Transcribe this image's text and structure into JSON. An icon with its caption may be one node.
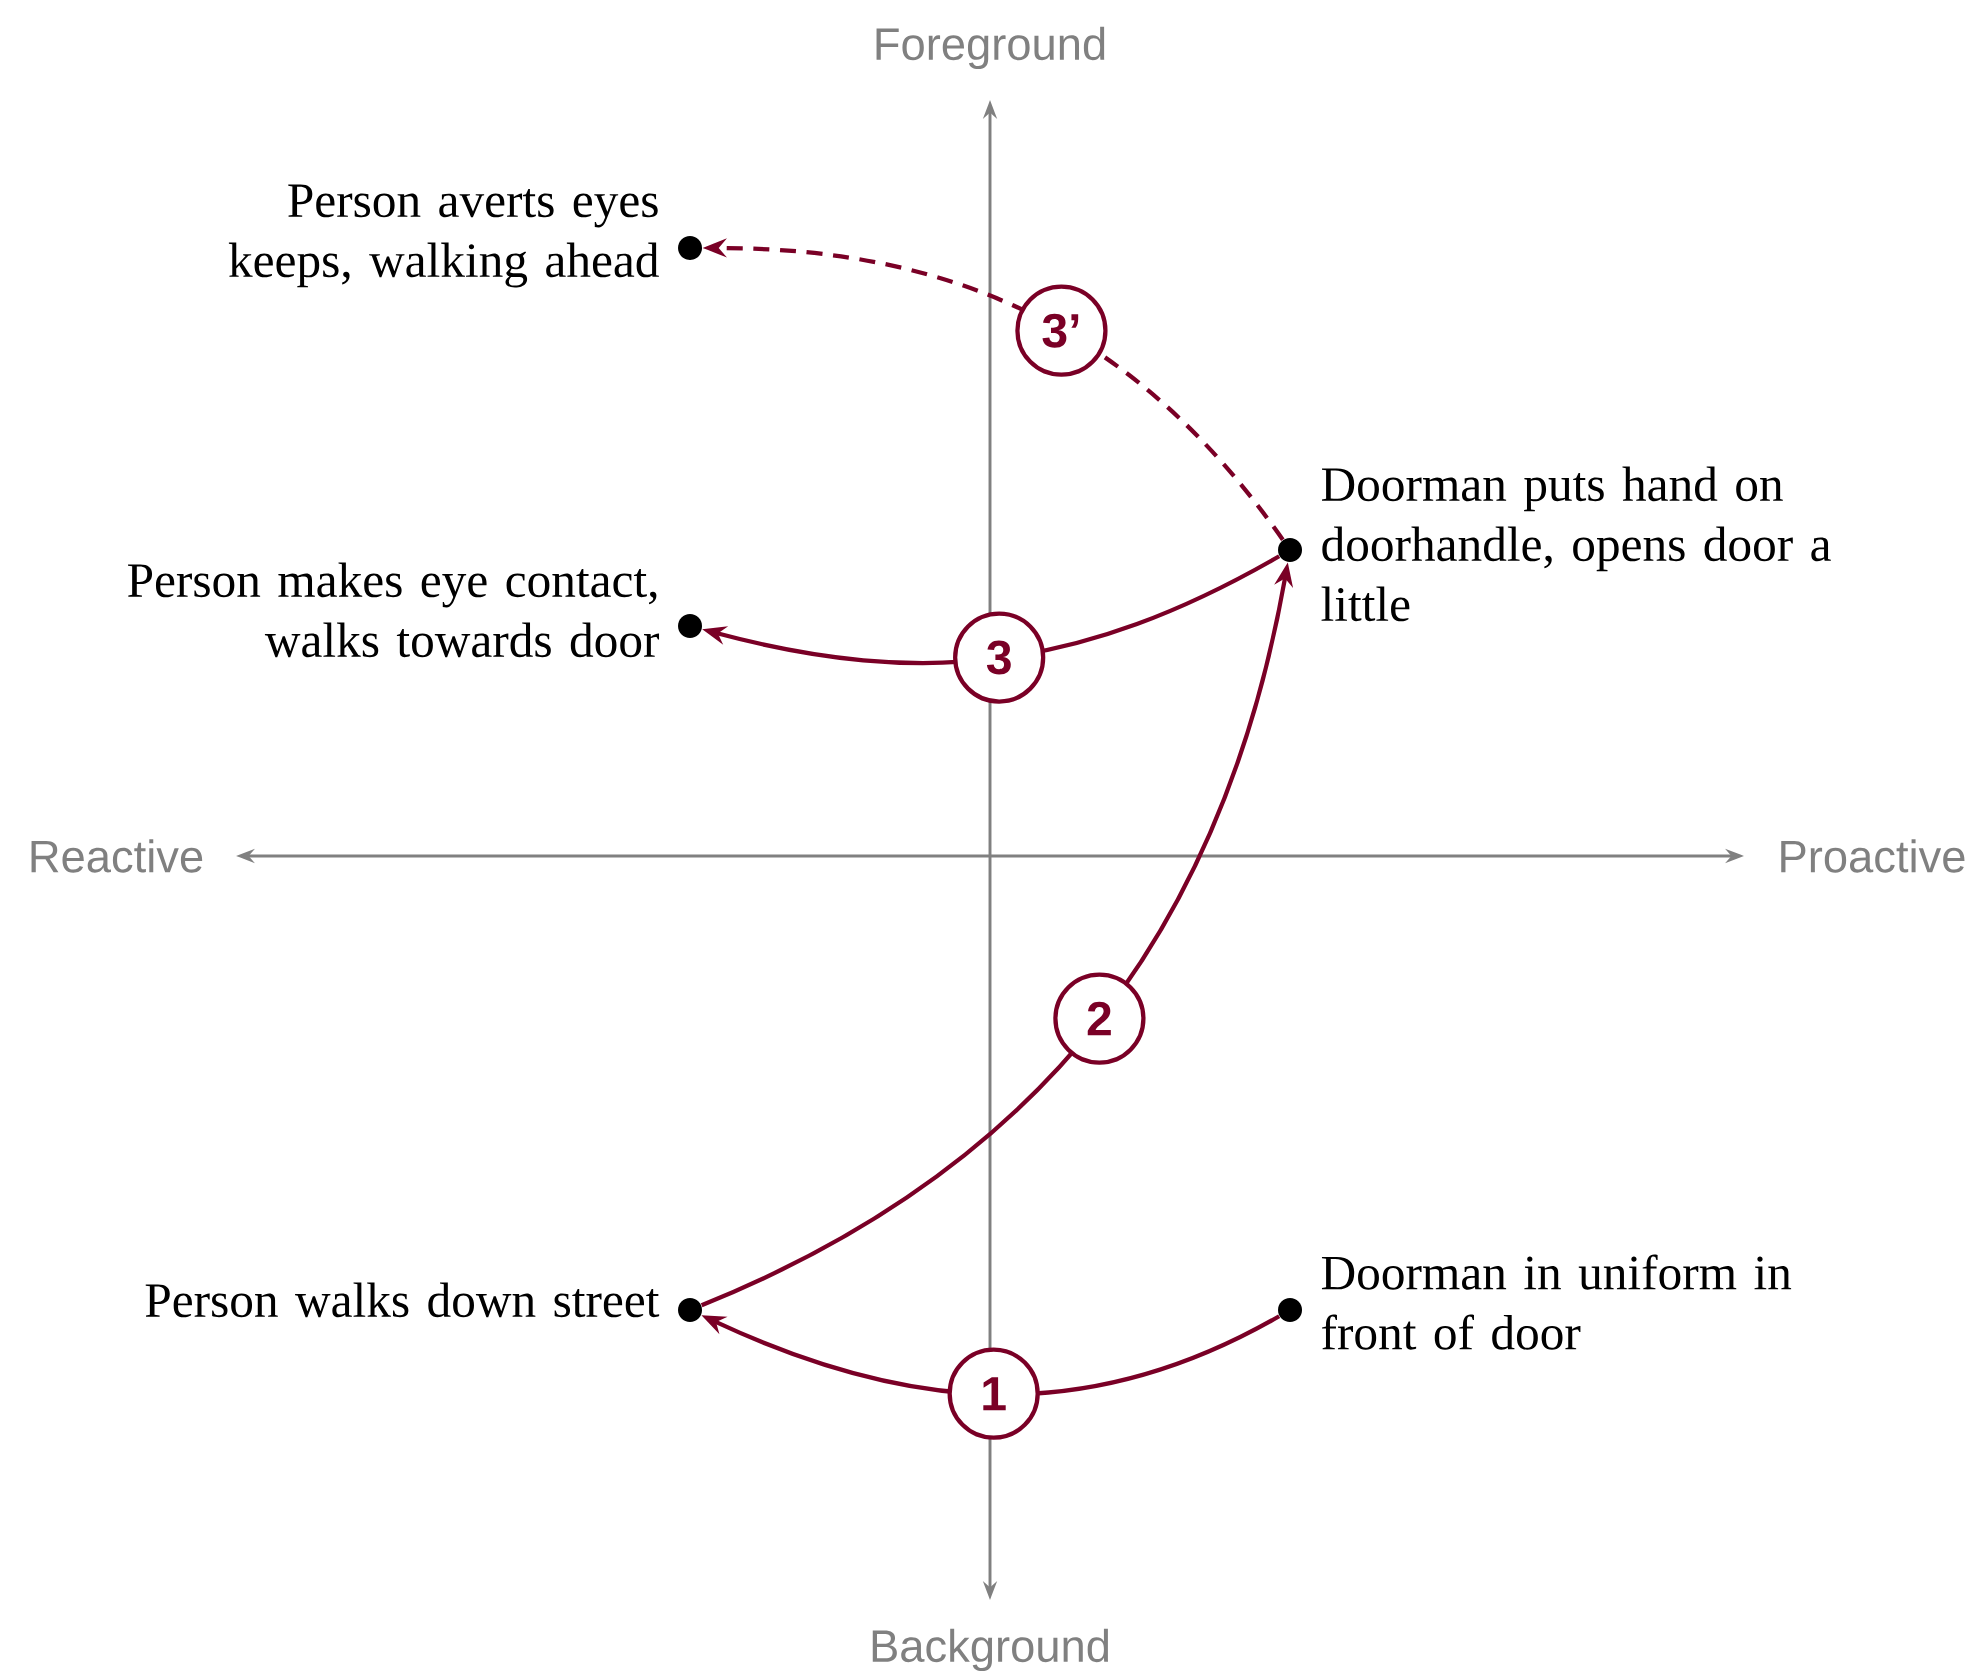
{
  "diagram": {
    "nodes": [
      {
        "text": [],
        "shape": "circle",
        "beside": [
          "Person averts eyes keeps, walking ahead"
        ]
      },
      {
        "text": [],
        "shape": "circle",
        "beside": [
          "Doorman puts hand on doorhandle, opens door a little"
        ]
      },
      {
        "text": [],
        "shape": "circle",
        "beside": [
          "Person makes eye contact, walks towards door"
        ]
      },
      {
        "text": [],
        "shape": "circle",
        "beside": [
          "Person walks down street"
        ]
      },
      {
        "text": [],
        "shape": "circle",
        "beside": [
          "Doorman in uniform in front of door"
        ]
      }
    ],
    "edges": [
      {
        "from": 4,
        "to": 3,
        "arrow": "to",
        "label": "1"
      },
      {
        "from": 3,
        "to": 1,
        "arrow": "to",
        "label": "2"
      },
      {
        "from": 1,
        "to": 2,
        "arrow": "to",
        "label": "3"
      },
      {
        "from": 1,
        "to": 0,
        "arrow": "to",
        "label": "3’",
        "style": "dashed"
      }
    ],
    "labels": [
      "Foreground",
      "Reactive",
      "Proactive",
      "Background"
    ]
  }
}
